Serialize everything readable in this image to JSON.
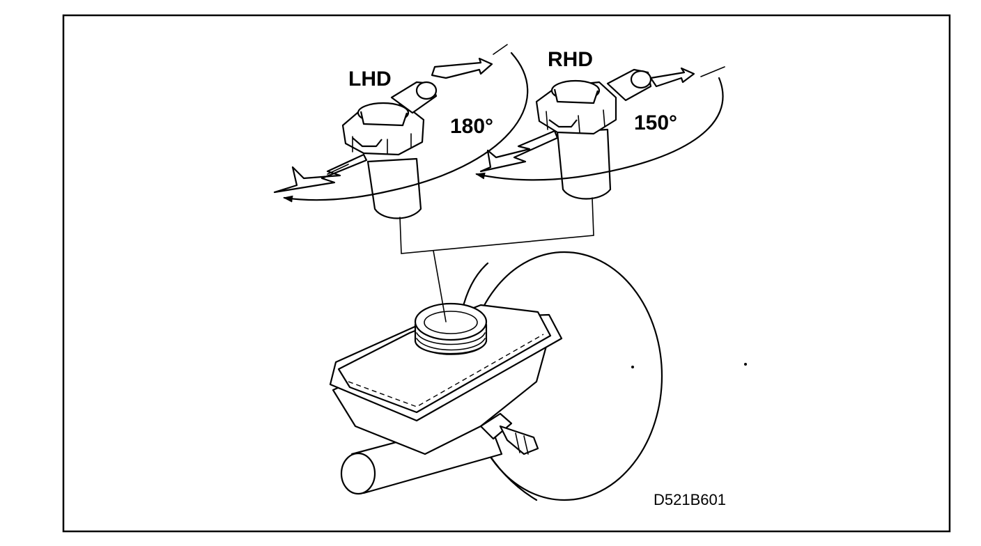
{
  "labels": {
    "lhd": "LHD",
    "rhd": "RHD",
    "angle_lhd": "180°",
    "angle_rhd": "150°",
    "figure_code": "D521B601"
  },
  "colors": {
    "line": "#000000",
    "background": "#ffffff"
  },
  "icons": {
    "rotation_arrows": "curved-arrow",
    "direction_arrows": "flat-block-arrow"
  }
}
